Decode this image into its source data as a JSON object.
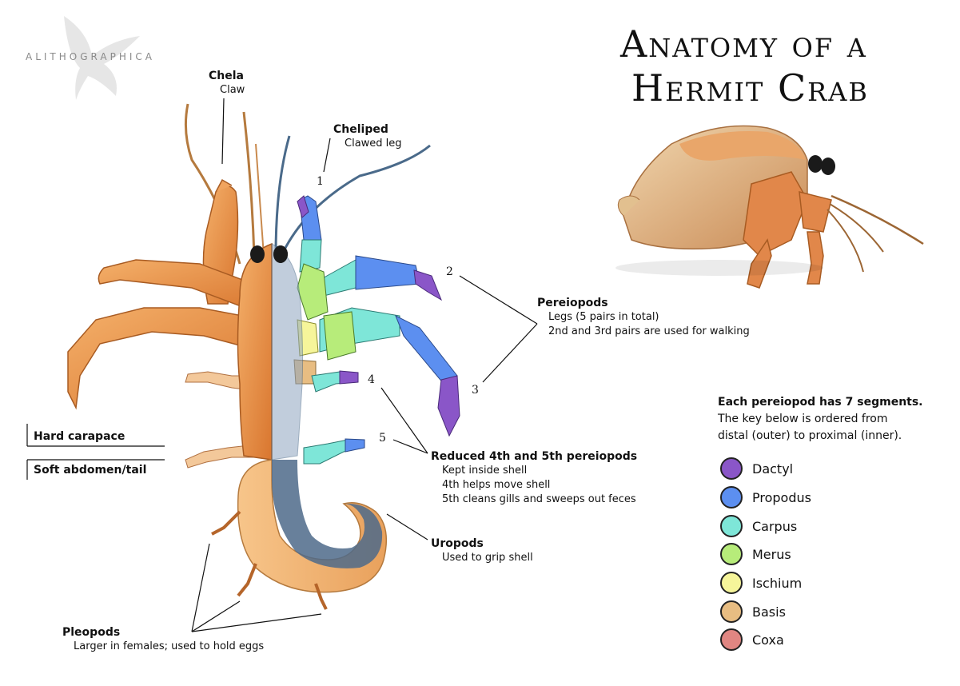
{
  "brand": "ALITHOGRAPHICA",
  "title": {
    "line1": "Anatomy of a",
    "line2": "Hermit Crab"
  },
  "labels": {
    "chela": {
      "heading": "Chela",
      "desc": "Claw"
    },
    "cheliped": {
      "heading": "Cheliped",
      "desc": "Clawed leg",
      "number": "1"
    },
    "pereiopods": {
      "heading": "Pereiopods",
      "desc1": "Legs (5 pairs in total)",
      "desc2": "2nd and 3rd pairs are used for walking",
      "num2": "2",
      "num3": "3"
    },
    "reduced": {
      "heading": "Reduced 4th and 5th pereiopods",
      "desc1": "Kept inside shell",
      "desc2": "4th helps move shell",
      "desc3": "5th cleans gills and sweeps out feces",
      "num4": "4",
      "num5": "5"
    },
    "uropods": {
      "heading": "Uropods",
      "desc": "Used to grip shell"
    },
    "pleopods": {
      "heading": "Pleopods",
      "desc": "Larger in females; used to hold eggs"
    },
    "hard_carapace": "Hard carapace",
    "soft_abdomen": "Soft abdomen/tail"
  },
  "key": {
    "heading": "Each pereiopod has 7 segments.",
    "line2": "The key below is ordered from",
    "line3": "distal (outer) to proximal (inner).",
    "items": [
      {
        "name": "Dactyl",
        "color": "#8a56c8"
      },
      {
        "name": "Propodus",
        "color": "#5c8ff0"
      },
      {
        "name": "Carpus",
        "color": "#7ee6d8"
      },
      {
        "name": "Merus",
        "color": "#b7ec7a"
      },
      {
        "name": "Ischium",
        "color": "#f6f59a"
      },
      {
        "name": "Basis",
        "color": "#e8bd82"
      },
      {
        "name": "Coxa",
        "color": "#e08682"
      }
    ]
  }
}
